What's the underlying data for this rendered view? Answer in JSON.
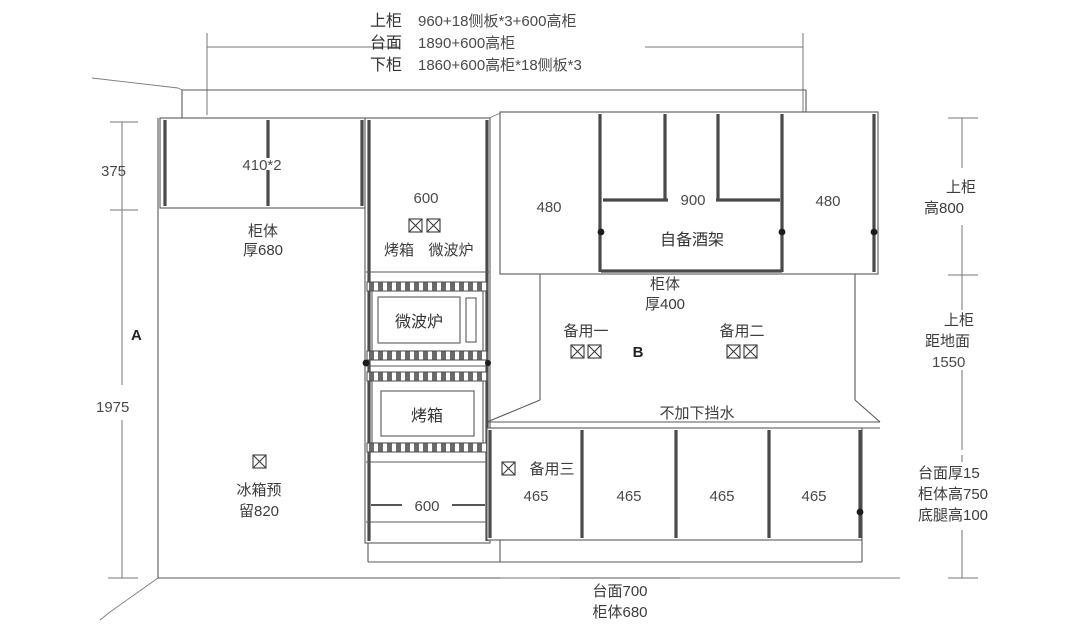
{
  "drawing": {
    "title_block": {
      "line1_label": "上柜",
      "line1_value": "960+18侧板*3+600高柜",
      "line2_label": "台面",
      "line2_value": "1890+600高柜",
      "line3_label": "下柜",
      "line3_value": "1860+600高柜*18侧板*3"
    },
    "left_dimensions": {
      "upper_height": "375",
      "marker_a": "A",
      "total_height": "1975"
    },
    "left_cabinet": {
      "door_width": "410*2",
      "depth_label_line1": "柜体",
      "depth_label_line2": "厚680",
      "fridge_note_line1": "冰箱预",
      "fridge_note_line2": "留820",
      "fridge_socket_icon": "socket-icon"
    },
    "tall_cabinet": {
      "top_width": "600",
      "socket_left_icon": "socket-icon",
      "socket_right_icon": "socket-icon",
      "appliance_label_left": "烤箱",
      "appliance_label_right": "微波炉",
      "microwave_box_label": "微波炉",
      "oven_box_label": "烤箱",
      "bottom_width": "600"
    },
    "upper_right_cabinets": {
      "left_width": "480",
      "center_width": "900",
      "center_label": "自备酒架",
      "right_width": "480"
    },
    "backsplash": {
      "depth_line1": "柜体",
      "depth_line2": "厚400",
      "spare_one": "备用一",
      "spare_one_icons": "socket-icon",
      "marker_b": "B",
      "spare_two": "备用二",
      "spare_two_icons": "socket-icon",
      "counter_note": "不加下挡水"
    },
    "base_cabinets": {
      "spare_three_icon": "socket-icon",
      "spare_three_label": "备用三",
      "widths": [
        "465",
        "465",
        "465",
        "465"
      ]
    },
    "right_dimensions": {
      "upper_cab_height_line1": "上柜",
      "upper_cab_height_line2": "高800",
      "upper_cab_floor_line1": "上柜",
      "upper_cab_floor_line2": "距地面",
      "upper_cab_floor_line3": "1550",
      "bottom_note_line1": "台面厚15",
      "bottom_note_line2": "柜体高750",
      "bottom_note_line3": "底腿高100"
    },
    "bottom_dimensions": {
      "counter_depth": "台面700",
      "cabinet_depth": "柜体680"
    },
    "colors": {
      "line": "#5a5a5a",
      "text": "#3a3a3a",
      "background": "#ffffff"
    }
  }
}
